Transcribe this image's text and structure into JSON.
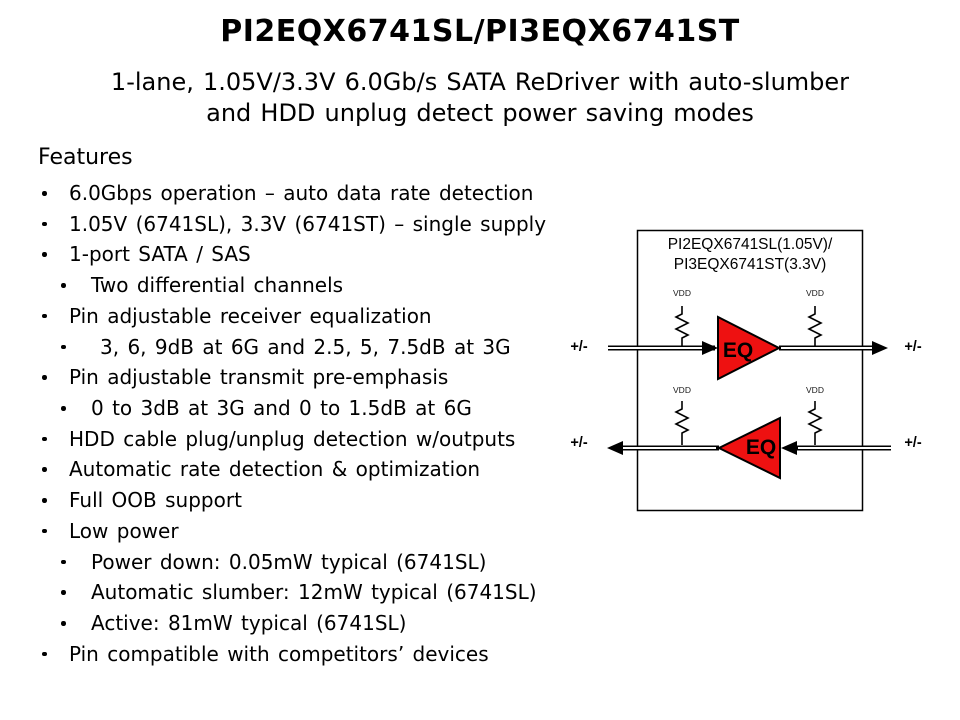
{
  "title": "PI2EQX6741SL/PI3EQX6741ST",
  "subtitle_line1": "1-lane, 1.05V/3.3V 6.0Gb/s SATA ReDriver with auto-slumber",
  "subtitle_line2": "and HDD unplug detect power saving modes",
  "features": {
    "heading": "Features",
    "items": [
      {
        "level": 1,
        "text": "6.0Gbps operation – auto data rate detection"
      },
      {
        "level": 1,
        "text": "1.05V (6741SL), 3.3V (6741ST) – single supply"
      },
      {
        "level": 1,
        "text": "1-port SATA / SAS"
      },
      {
        "level": 2,
        "text": "Two differential channels"
      },
      {
        "level": 1,
        "text": "Pin adjustable receiver equalization"
      },
      {
        "level": 2,
        "text": "3, 6, 9dB at 6G and 2.5, 5, 7.5dB at 3G"
      },
      {
        "level": 1,
        "text": "Pin adjustable transmit pre-emphasis"
      },
      {
        "level": 2,
        "text": "0 to 3dB at 3G and 0 to 1.5dB at 6G"
      },
      {
        "level": 1,
        "text": "HDD cable plug/unplug detection w/outputs"
      },
      {
        "level": 1,
        "text": "Automatic rate detection & optimization"
      },
      {
        "level": 1,
        "text": "Full OOB support"
      },
      {
        "level": 1,
        "text": "Low power"
      },
      {
        "level": 2,
        "text": "Power down: 0.05mW typical (6741SL)"
      },
      {
        "level": 2,
        "text": "Automatic slumber: 12mW typical (6741SL)"
      },
      {
        "level": 2,
        "text": "Active: 81mW typical (6741SL)"
      },
      {
        "level": 1,
        "text": "Pin compatible with competitors’ devices"
      }
    ]
  },
  "diagram": {
    "box_title_line1": "PI2EQX6741SL(1.05V)/",
    "box_title_line2": "PI3EQX6741ST(3.3V)",
    "vdd_label": "VDD",
    "eq_label": "EQ",
    "io_label": "+/-",
    "triangle_color": "#ee1111",
    "line_color": "#000000"
  }
}
